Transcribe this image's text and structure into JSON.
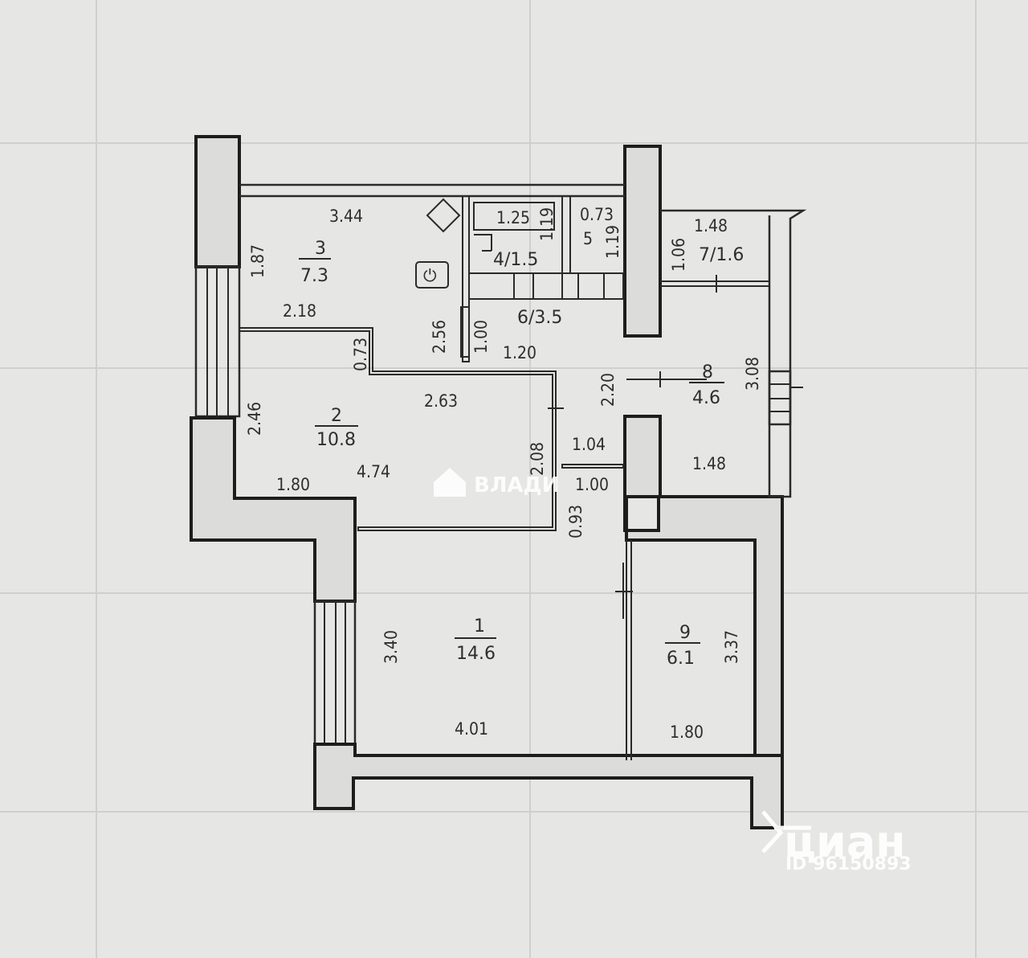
{
  "rooms": [
    {
      "number": "1",
      "area": "14.6",
      "label": "1/14.6"
    },
    {
      "number": "2",
      "area": "10.8"
    },
    {
      "number": "3",
      "area": "7.3"
    },
    {
      "number": "4",
      "area": "1.5",
      "label": "4/1.5"
    },
    {
      "number": "5",
      "area": ""
    },
    {
      "number": "6",
      "area": "3.5",
      "label": "6/3.5"
    },
    {
      "number": "7",
      "area": "1.6",
      "label": "7/1.6"
    },
    {
      "number": "8",
      "area": "4.6"
    },
    {
      "number": "9",
      "area": "6.1"
    }
  ],
  "dimensions": {
    "d_3_44": "3.44",
    "d_1_87": "1.87",
    "d_1_25": "1.25",
    "d_1_19a": "1.19",
    "d_0_73a": "0.73",
    "d_1_19b": "1.19",
    "d_5": "5",
    "d_1_48a": "1.48",
    "d_1_06": "1.06",
    "d_2_18": "2.18",
    "d_2_56": "2.56",
    "d_1_00a": "1.00",
    "d_0_73b": "0.73",
    "d_1_20": "1.20",
    "d_2_63": "2.63",
    "d_2_20": "2.20",
    "d_3_08": "3.08",
    "d_2_46": "2.46",
    "d_2_08": "2.08",
    "d_1_04": "1.04",
    "d_1_80a": "1.80",
    "d_4_74": "4.74",
    "d_1_00b": "1.00",
    "d_0_93": "0.93",
    "d_1_48b": "1.48",
    "d_3_40": "3.40",
    "d_3_37": "3.37",
    "d_4_01": "4.01",
    "d_1_80b": "1.80"
  },
  "watermarks": {
    "vladis": "ВЛАДИ",
    "cian": "циан",
    "cian_id": "ID 96150893"
  },
  "colors": {
    "paper": "#e6e6e4",
    "wall_fill": "#dcdcda",
    "ink": "#1d1d1d"
  }
}
